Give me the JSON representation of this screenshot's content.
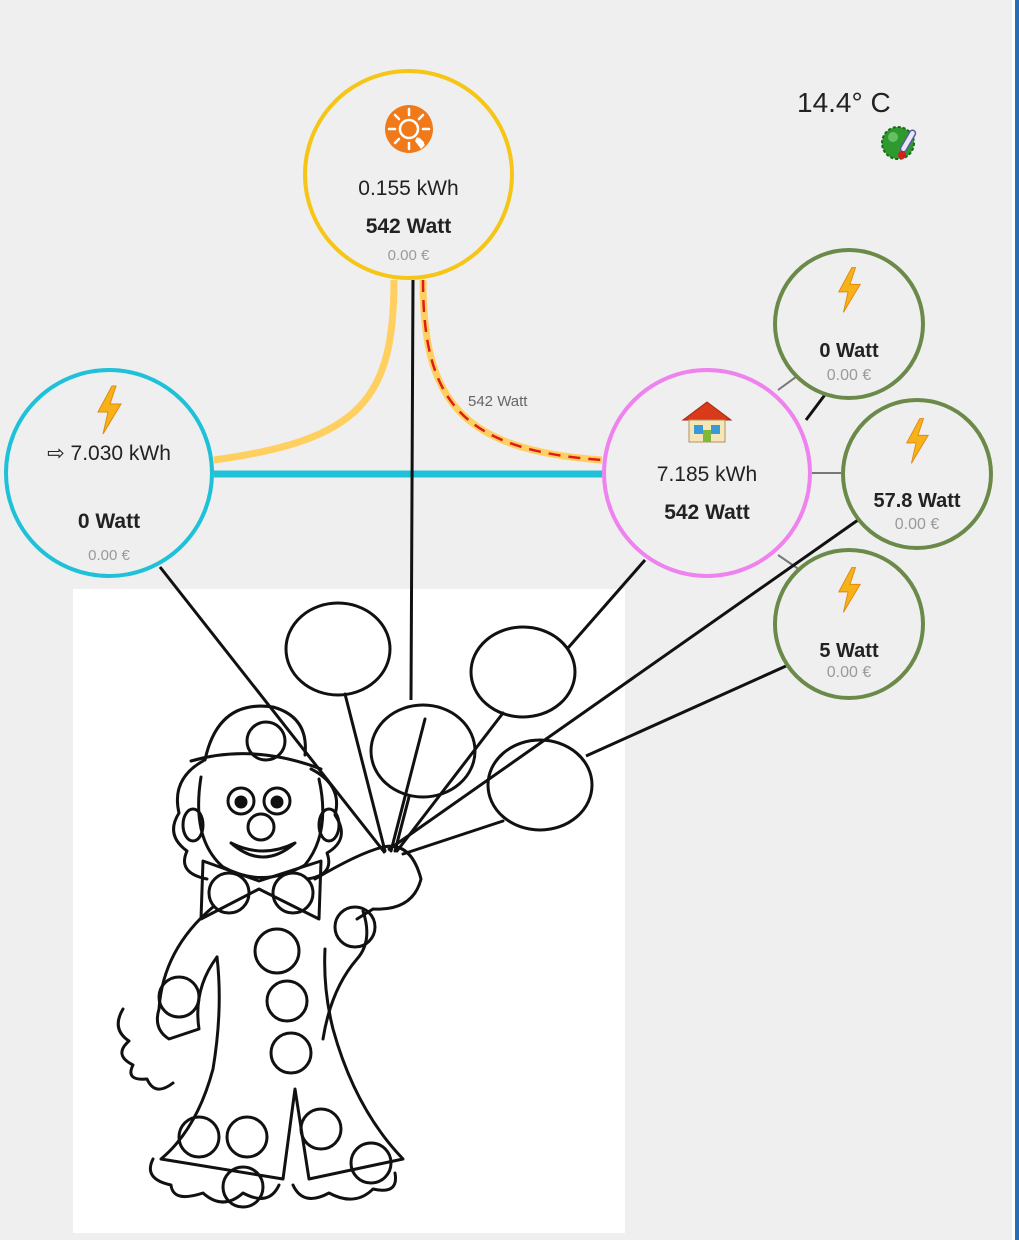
{
  "solar": {
    "energy": "0.155 kWh",
    "power": "542 Watt",
    "cost": "0.00 €"
  },
  "grid": {
    "energy": "⇨ 7.030 kWh",
    "power": "0 Watt",
    "cost": "0.00 €"
  },
  "home": {
    "energy": "7.185 kWh",
    "power": "542 Watt"
  },
  "devices": [
    {
      "power": "0 Watt",
      "cost": "0.00 €"
    },
    {
      "power": "57.8 Watt",
      "cost": "0.00 €"
    },
    {
      "power": "5 Watt",
      "cost": "0.00 €"
    }
  ],
  "weather": {
    "temperature": "14.4° C",
    "icon": "thermometer-icon"
  },
  "flow": {
    "solar_to_home_label": "542 Watt"
  },
  "colors": {
    "solar": "#f5c518",
    "solar_flow": "#ffd060",
    "grid": "#1fc1d8",
    "home": "#ee82ee",
    "device": "#6b8a4a",
    "dash": "#e01b1b"
  }
}
